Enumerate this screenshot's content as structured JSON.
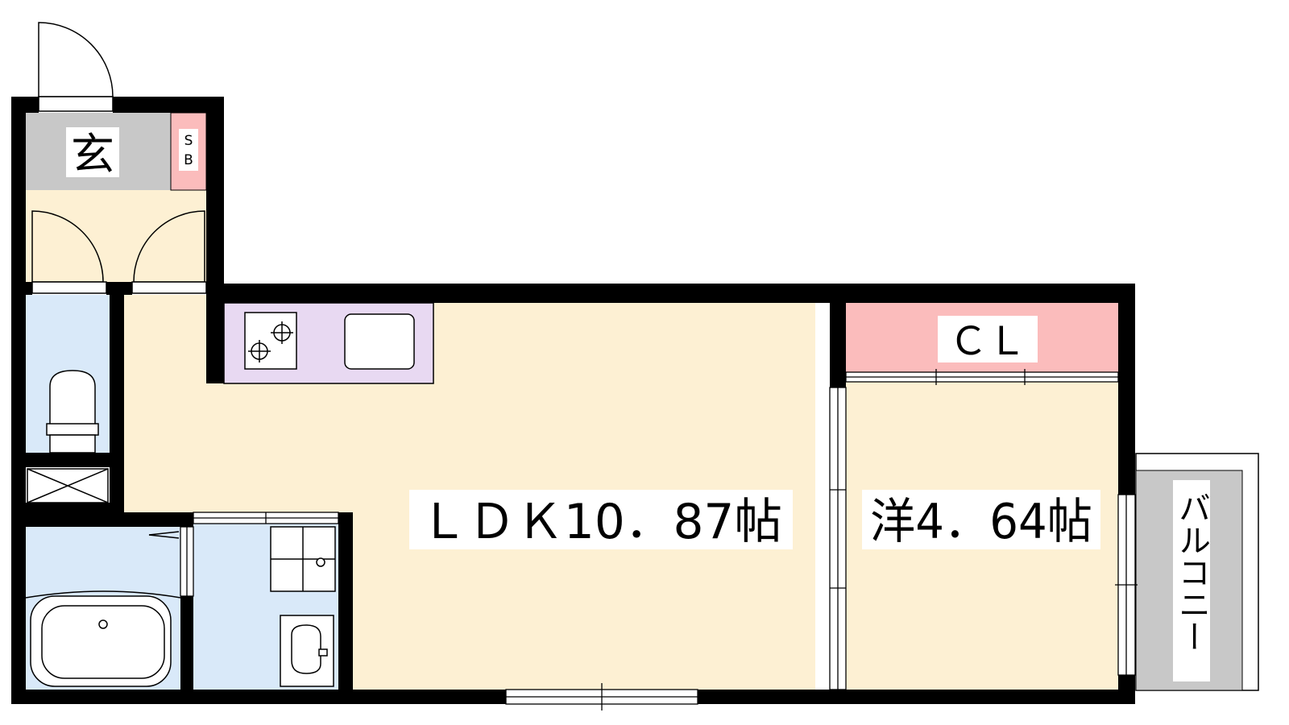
{
  "rooms": {
    "entrance": "玄",
    "shoe_box": "S\nB",
    "ldk": "ＬＤＫ10．87帖",
    "western": "洋4．64帖",
    "closet": "ＣＬ",
    "balcony": "バルコニー"
  },
  "colors": {
    "wall": "#000000",
    "floor": "#fdf0d3",
    "wet_area": "#d9e9f9",
    "closet": "#fbbcbc",
    "kitchen": "#e8d9f2",
    "entrance": "#c8c8c8",
    "balcony": "#c8c8c8"
  },
  "icons": [
    "door-swing-icon",
    "gas-stove-icon",
    "sink-icon",
    "toilet-icon",
    "bathtub-icon",
    "washbasin-icon",
    "washing-machine-icon",
    "storage-x-icon"
  ]
}
